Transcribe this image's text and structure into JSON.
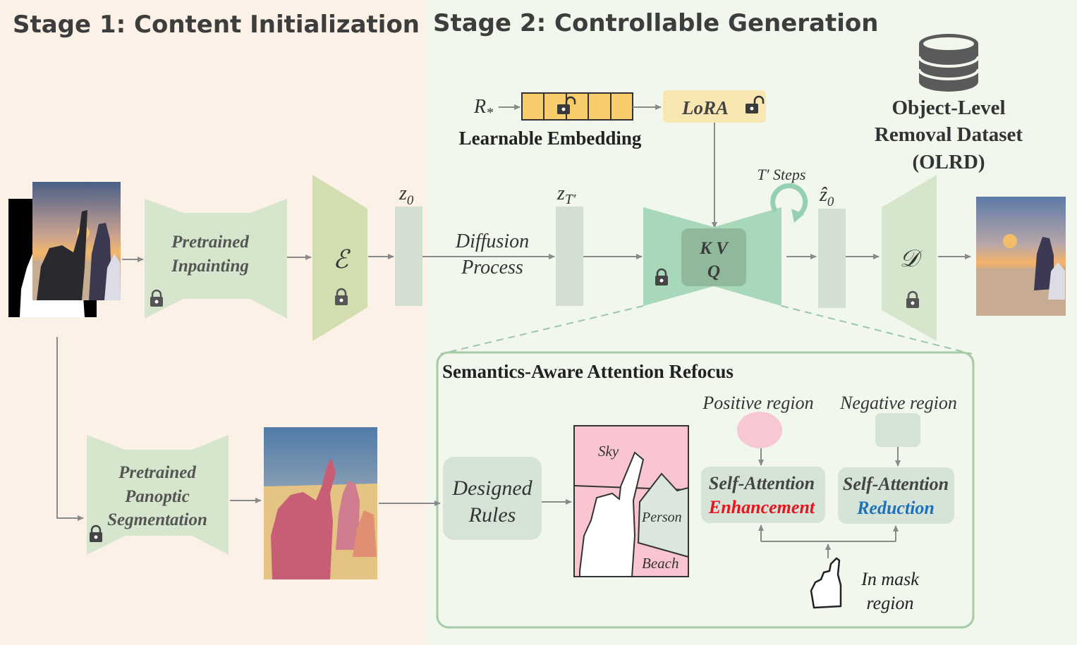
{
  "stage1": {
    "title": "Stage 1: Content Initialization"
  },
  "stage2": {
    "title": "Stage 2: Controllable Generation"
  },
  "inpainting": {
    "line1": "Pretrained",
    "line2": "Inpainting"
  },
  "encoder": {
    "symbol": "ℰ"
  },
  "decoder": {
    "symbol": "𝒟"
  },
  "latents": {
    "z0": "z",
    "z0_sub": "0",
    "zT": "z",
    "zT_sub": "T′",
    "zhat": "ẑ",
    "zhat_sub": "0"
  },
  "diffusion": {
    "line1": "Diffusion",
    "line2": "Process"
  },
  "embedding": {
    "r_label": "R",
    "r_sub": "*",
    "label": "Learnable Embedding"
  },
  "lora": {
    "label": "LoRA"
  },
  "steps": {
    "label": "T′ Steps"
  },
  "attention": {
    "k_v": "K V",
    "q": "Q"
  },
  "dataset": {
    "line1": "Object-Level",
    "line2": "Removal Dataset",
    "line3": "(OLRD)"
  },
  "panoptic": {
    "line1": "Pretrained",
    "line2": "Panoptic",
    "line3": "Segmentation"
  },
  "refocus": {
    "title": "Semantics-Aware Attention Refocus",
    "rules_line1": "Designed",
    "rules_line2": "Rules",
    "seg_sky": "Sky",
    "seg_person": "Person",
    "seg_beach": "Beach",
    "positive_region": "Positive region",
    "negative_region": "Negative region",
    "self_attention": "Self-Attention",
    "enhancement": "Enhancement",
    "reduction": "Reduction",
    "mask_line1": "In mask",
    "mask_line2": "region"
  },
  "colors": {
    "stage1_bg": "#fbf1e6",
    "stage2_bg": "#f1f7ec",
    "module_green": "#d6e6cd",
    "encoder_olive": "#d2ddb0",
    "unet_green": "#a6d8b9",
    "lora_yellow": "#f8e7b2",
    "embed_yellow": "#f7cd6b",
    "enhancement_red": "#e8141e",
    "reduction_blue": "#1e72bc",
    "positive_pink": "#f7c8d4",
    "negative_gray": "#d6e4d7"
  }
}
